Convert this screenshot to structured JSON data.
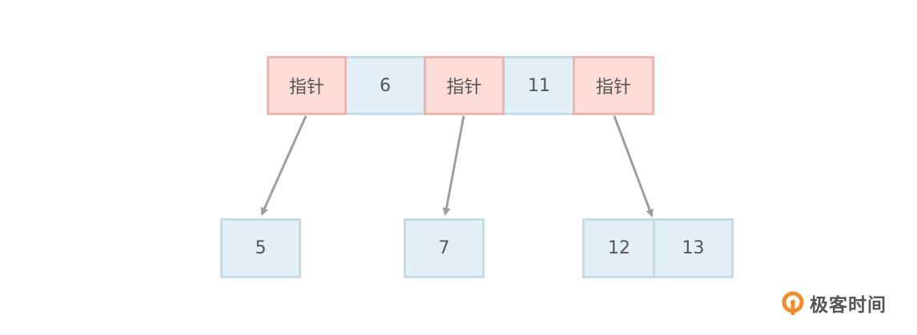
{
  "diagram": {
    "root_cells": [
      {
        "kind": "pointer",
        "label": "指针"
      },
      {
        "kind": "key",
        "label": "6"
      },
      {
        "kind": "pointer",
        "label": "指针"
      },
      {
        "kind": "key",
        "label": "11"
      },
      {
        "kind": "pointer",
        "label": "指针"
      }
    ],
    "leaf_nodes": [
      {
        "keys": [
          "5"
        ]
      },
      {
        "keys": [
          "7"
        ]
      },
      {
        "keys": [
          "12",
          "13"
        ]
      }
    ],
    "edges": [
      {
        "from_cell": 0,
        "to_leaf": 0
      },
      {
        "from_cell": 2,
        "to_leaf": 1
      },
      {
        "from_cell": 4,
        "to_leaf": 2
      }
    ],
    "colors": {
      "pointer_fill": "#fbdcd6",
      "pointer_border": "#ecb6ac",
      "key_fill": "#e3eff7",
      "key_border": "#c4dbe8",
      "arrow": "#9e9e9e",
      "text": "#555555",
      "logo_accent": "#f08c2c"
    }
  },
  "watermark": {
    "text": "极客时间",
    "icon": "geektime-logo-icon"
  }
}
